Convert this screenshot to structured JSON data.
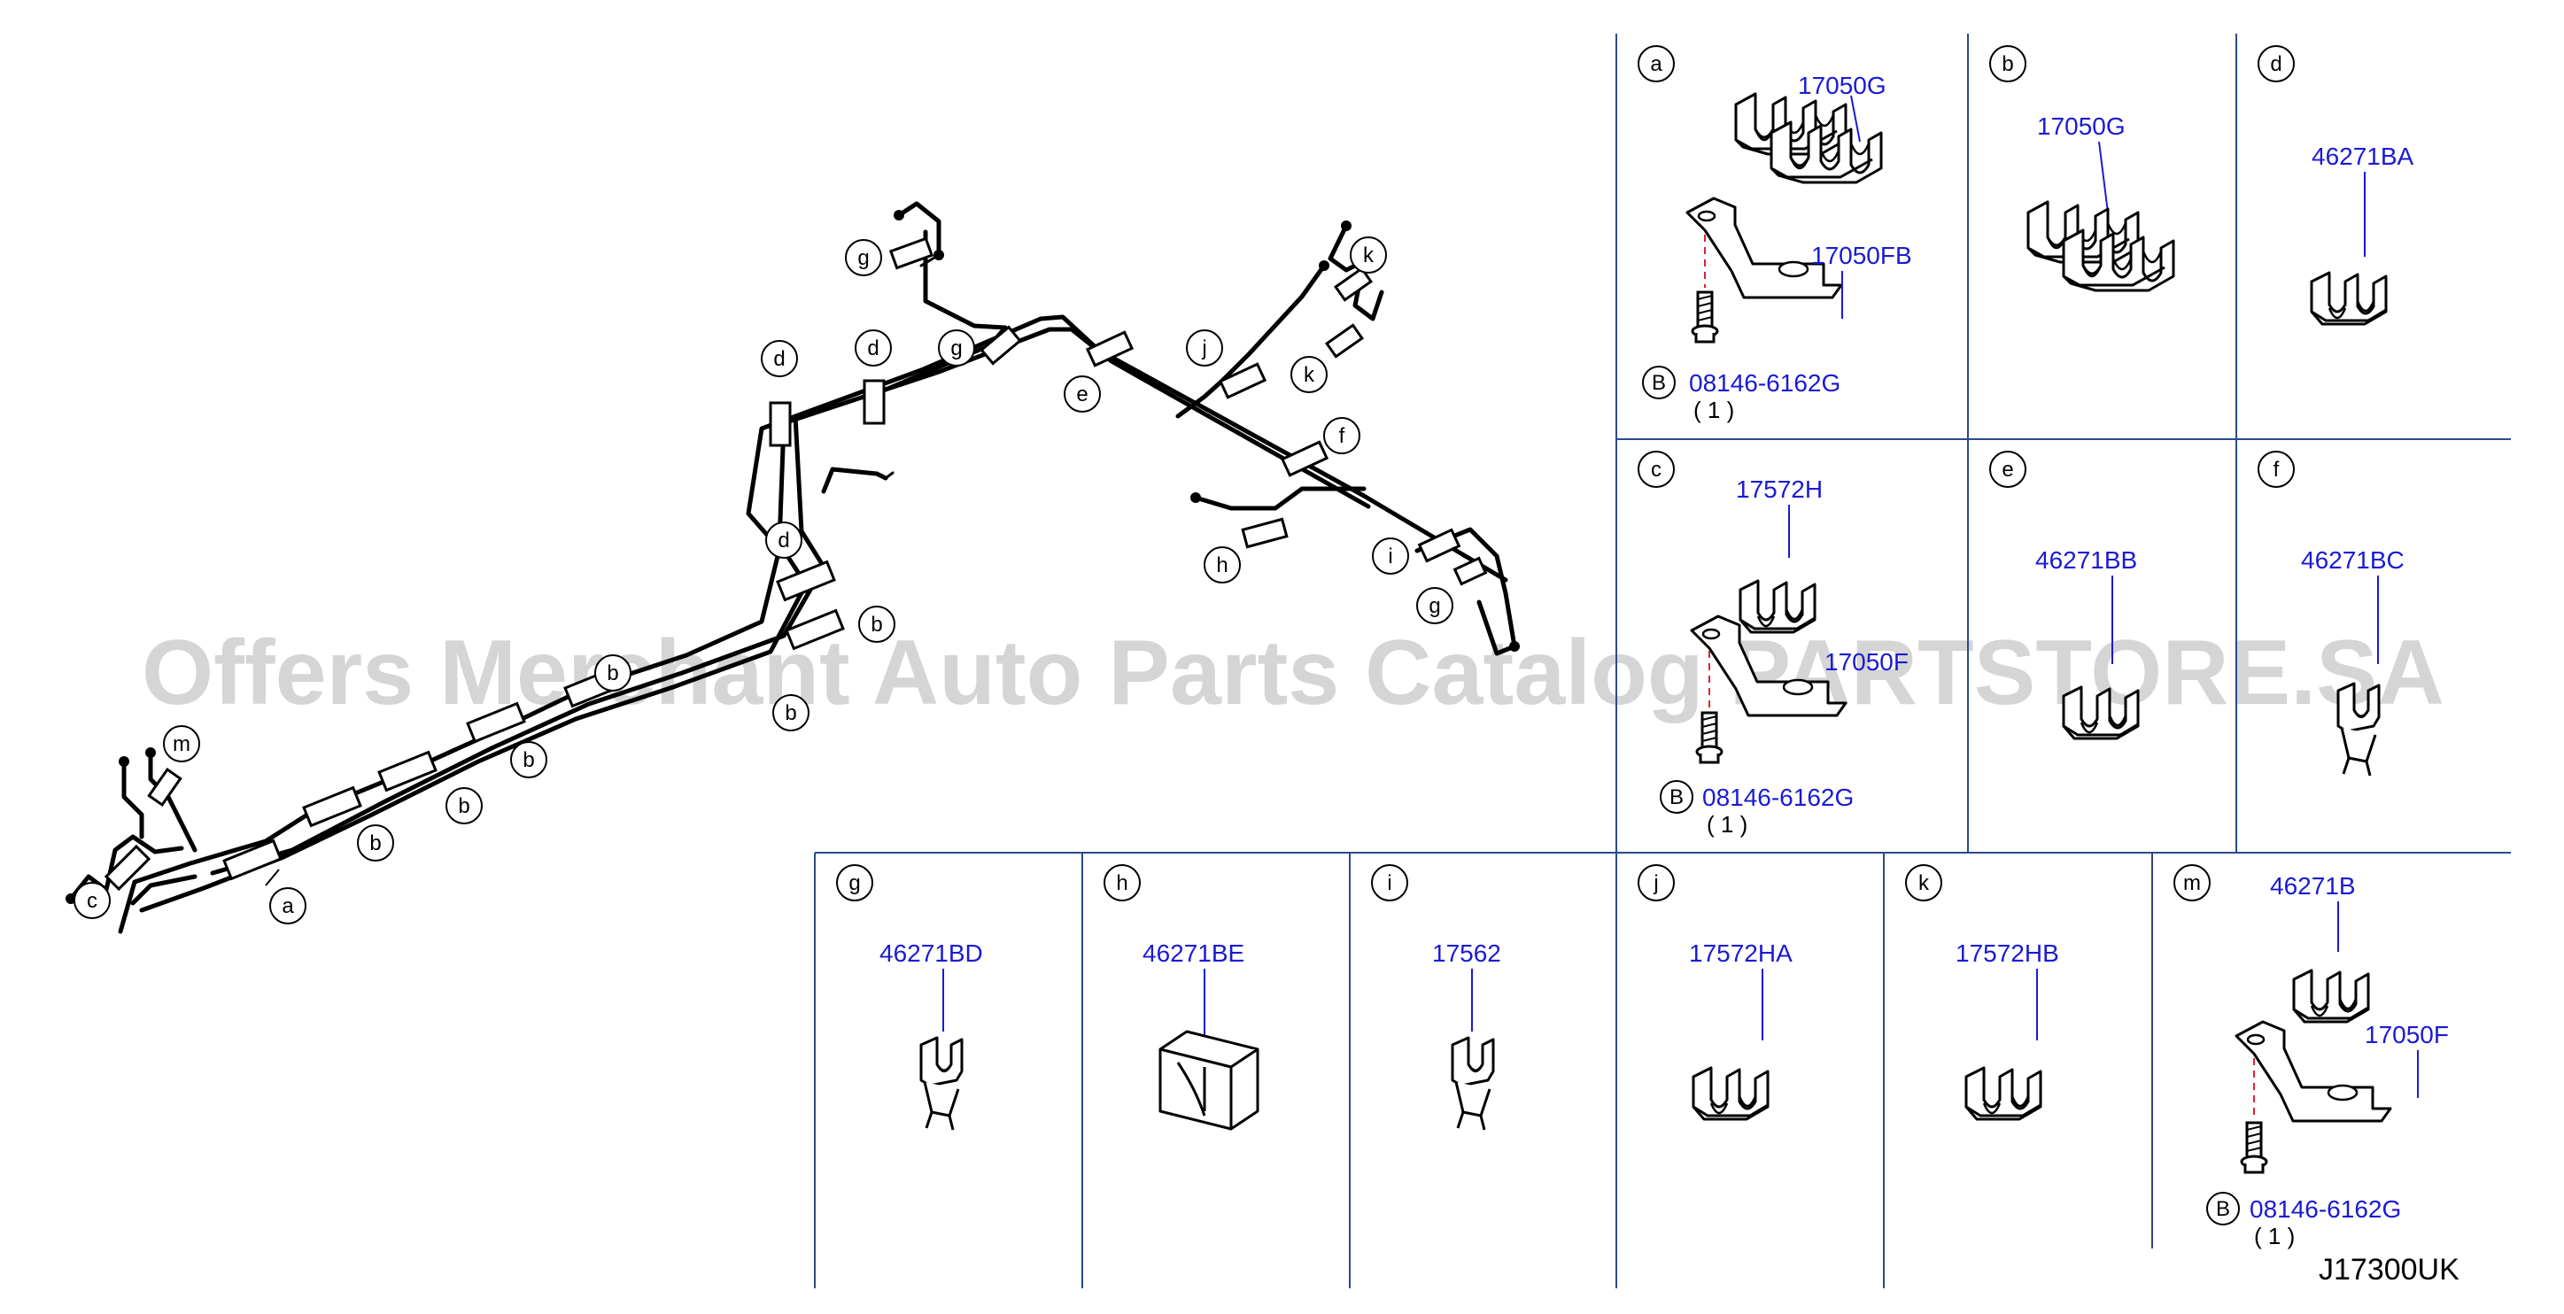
{
  "callout_letters": [
    "a",
    "b",
    "c",
    "d",
    "e",
    "f",
    "g",
    "h",
    "i",
    "j",
    "k",
    "m"
  ],
  "panels": {
    "a": {
      "label": "a",
      "parts": [
        "17050G",
        "17050FB"
      ],
      "bolt": "08146-6162G",
      "bolt_letter": "B",
      "qty": "( 1 )"
    },
    "b": {
      "label": "b",
      "parts": [
        "17050G"
      ]
    },
    "d": {
      "label": "d",
      "parts": [
        "46271BA"
      ]
    },
    "c": {
      "label": "c",
      "parts": [
        "17572H",
        "17050F"
      ],
      "bolt": "08146-6162G",
      "bolt_letter": "B",
      "qty": "( 1 )"
    },
    "e": {
      "label": "e",
      "parts": [
        "46271BB"
      ]
    },
    "f": {
      "label": "f",
      "parts": [
        "46271BC"
      ]
    },
    "g": {
      "label": "g",
      "parts": [
        "46271BD"
      ]
    },
    "h": {
      "label": "h",
      "parts": [
        "46271BE"
      ]
    },
    "i": {
      "label": "i",
      "parts": [
        "17562"
      ]
    },
    "j": {
      "label": "j",
      "parts": [
        "17572HA"
      ]
    },
    "k": {
      "label": "k",
      "parts": [
        "17572HB"
      ]
    },
    "m": {
      "label": "m",
      "parts": [
        "46271B",
        "17050F"
      ],
      "bolt": "08146-6162G",
      "bolt_letter": "B",
      "qty": "( 1 )"
    }
  },
  "watermark": "Offers Merchant Auto Parts Catalog PARTSTORE.SA",
  "diagram_code": "J17300UK"
}
